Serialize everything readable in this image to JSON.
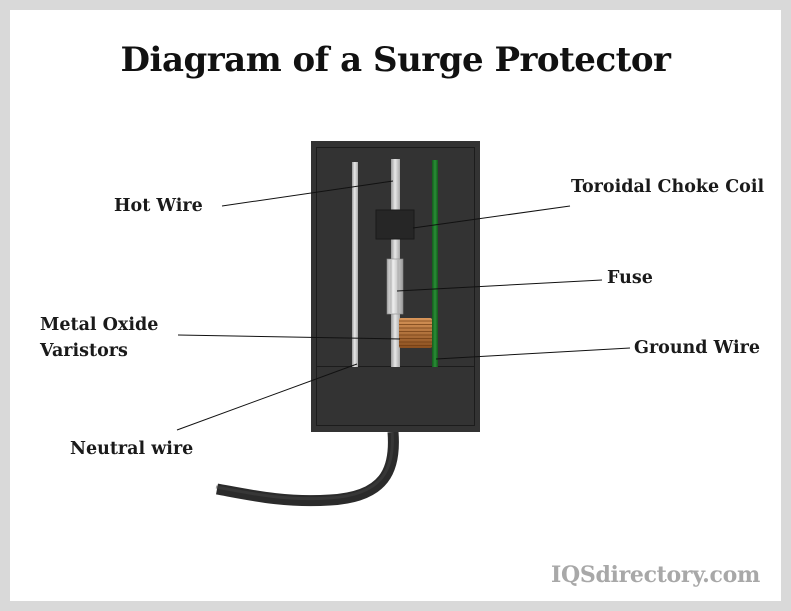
{
  "title": "Diagram of a Surge Protector",
  "labels": {
    "hot_wire": "Hot Wire",
    "toroidal_choke_coil": "Toroidal Choke Coil",
    "fuse": "Fuse",
    "metal_oxide_varistors_line1": "Metal Oxide",
    "metal_oxide_varistors_line2": "Varistors",
    "ground_wire": "Ground Wire",
    "neutral_wire": "Neutral wire"
  },
  "watermark": "IQSdirectory.com",
  "colors": {
    "housing": "#333333",
    "housing_edge": "#1c1c1c",
    "wire_silver": "#c8c8c8",
    "ground_wire": "#1f7a2a",
    "coil_copper": "#b8753a",
    "border": "#d9d9d9"
  }
}
